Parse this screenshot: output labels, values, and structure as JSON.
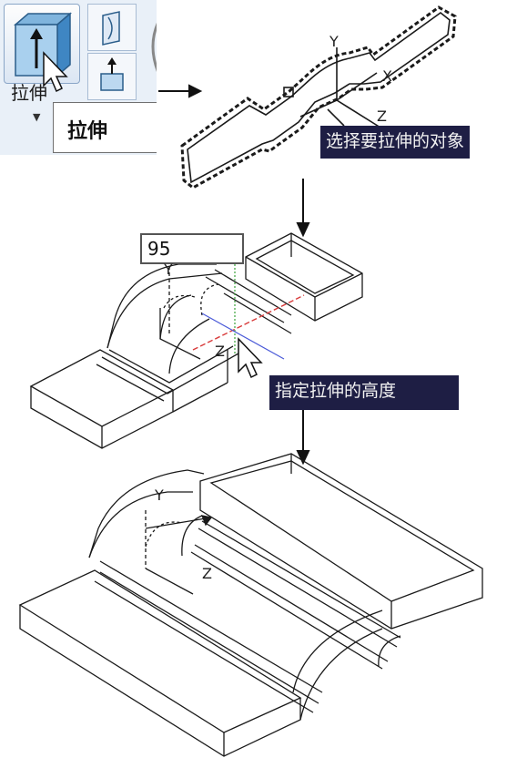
{
  "toolbar": {
    "extrude_label": "拉伸",
    "tooltip_text": "拉伸"
  },
  "step1": {
    "prompt": "选择要拉伸的对象",
    "axis": {
      "y": "Y",
      "x": "X",
      "z": "Z"
    }
  },
  "step2": {
    "height_value": "95",
    "prompt": "指定拉伸的高度",
    "axis": {
      "y": "Y",
      "z": "Z"
    }
  },
  "step3": {
    "axis": {
      "y": "Y",
      "z": "Z"
    }
  },
  "colors": {
    "prompt_bg": "#1e1e44",
    "prompt_fg": "#f2f2f2",
    "line": "#1a1a1a",
    "axis_red": "#d83a3a",
    "axis_green": "#3aa33a",
    "axis_blue": "#4a5ad8"
  }
}
